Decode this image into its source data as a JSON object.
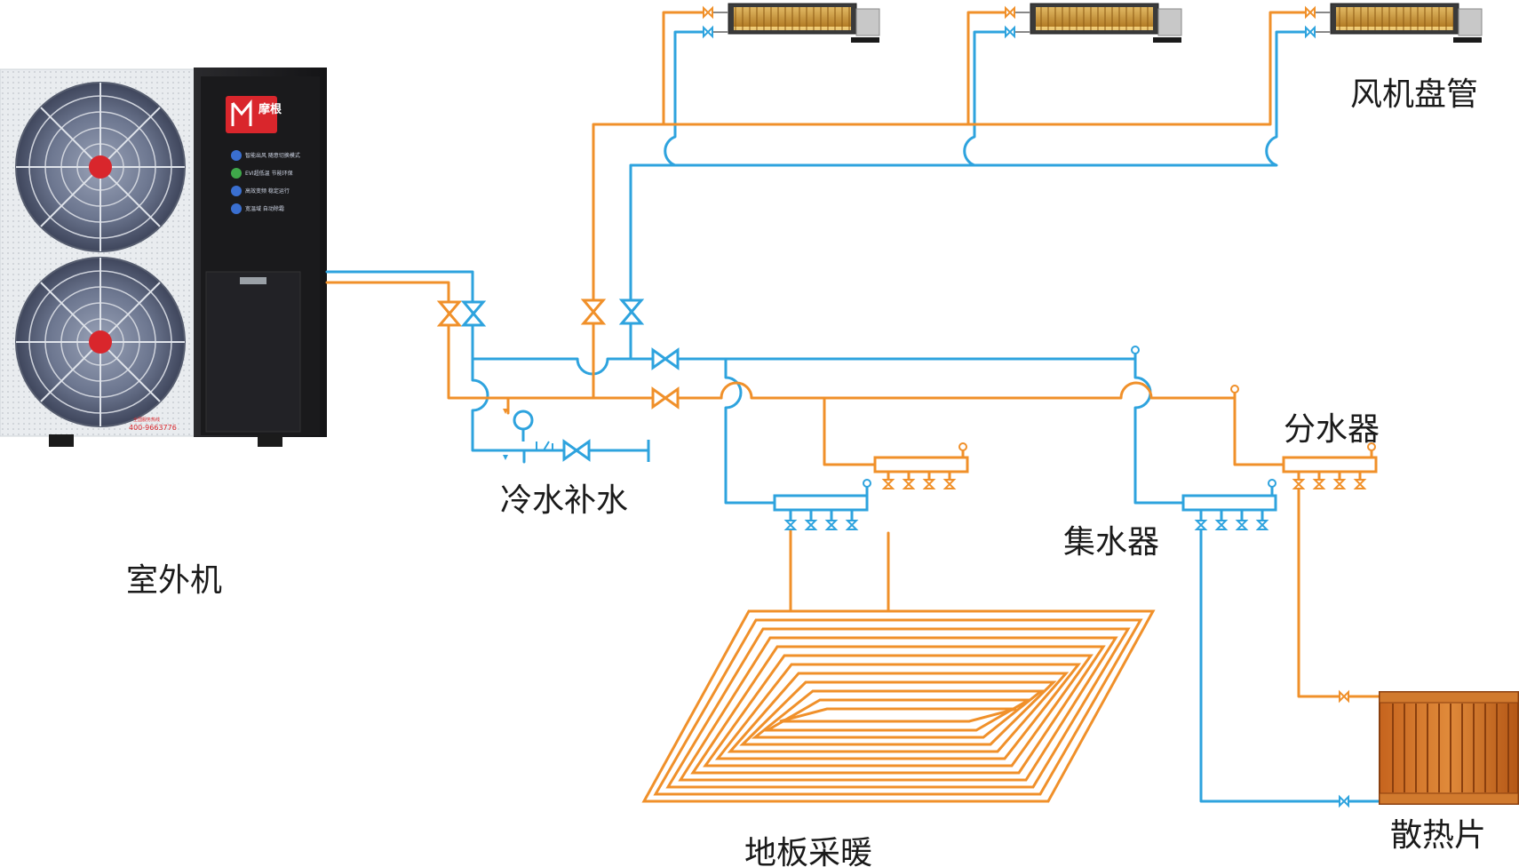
{
  "labels": {
    "outdoor_unit": "室外机",
    "fan_coil": "风机盘管",
    "cold_water_makeup": "冷水补水",
    "floor_heating": "地板采暖",
    "water_collector": "集水器",
    "water_distributor": "分水器",
    "radiator": "散热片"
  },
  "unit": {
    "brand": "摩根",
    "phone": "400-9663776",
    "caption": "全国服务热线",
    "panel_features": [
      "智能出风 随意切换模式",
      "EVI超低温 节能环保",
      "高效变频 稳定运行",
      "宽温域 自动除霜"
    ]
  },
  "colors": {
    "hot_supply": "#f0902a",
    "cold_return": "#2ea3de",
    "unit_body": "#1f1f22",
    "unit_grille": "#e8ecef",
    "brand_red": "#d9262c"
  },
  "icons": {
    "valve": "gate-valve-icon",
    "air_vent": "air-vent-icon",
    "gauge": "pressure-gauge-icon"
  }
}
